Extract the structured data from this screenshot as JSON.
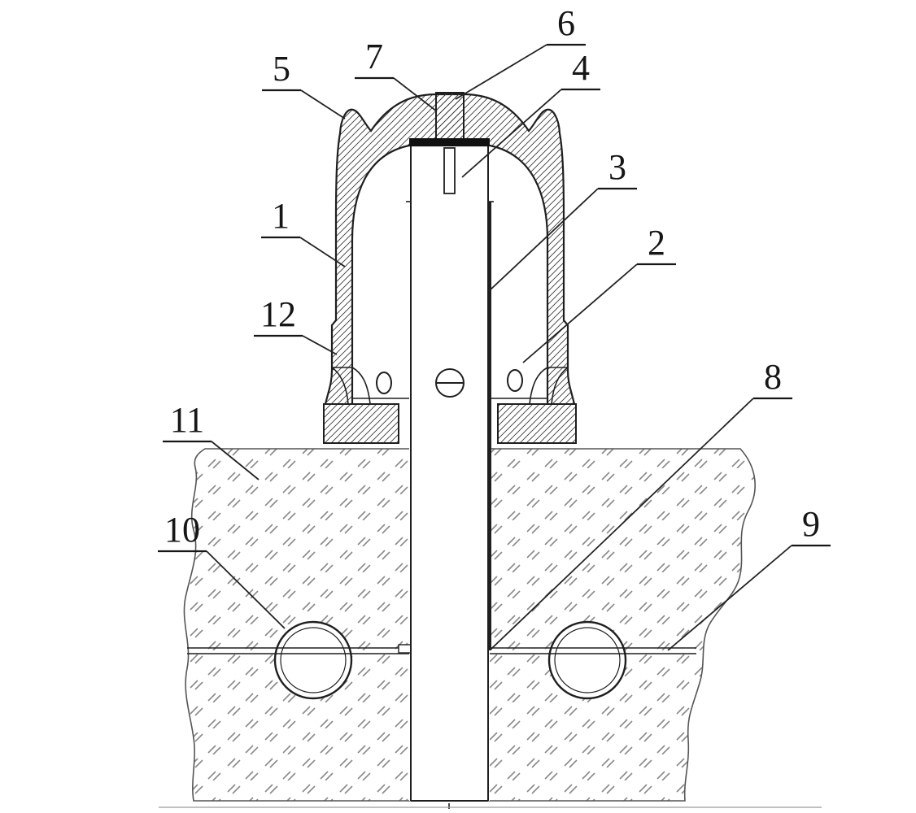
{
  "figure": {
    "kind": "patent-cross-section-diagram",
    "callouts": [
      {
        "label": "1"
      },
      {
        "label": "2"
      },
      {
        "label": "3"
      },
      {
        "label": "4"
      },
      {
        "label": "5"
      },
      {
        "label": "6"
      },
      {
        "label": "7"
      },
      {
        "label": "8"
      },
      {
        "label": "9"
      },
      {
        "label": "10"
      },
      {
        "label": "11"
      },
      {
        "label": "12"
      }
    ]
  },
  "colors": {
    "ink": "#1f1f1f",
    "wall_hatch": "#3a3a3a",
    "soil_hatch": "#8a8a8a",
    "background": "#ffffff"
  }
}
